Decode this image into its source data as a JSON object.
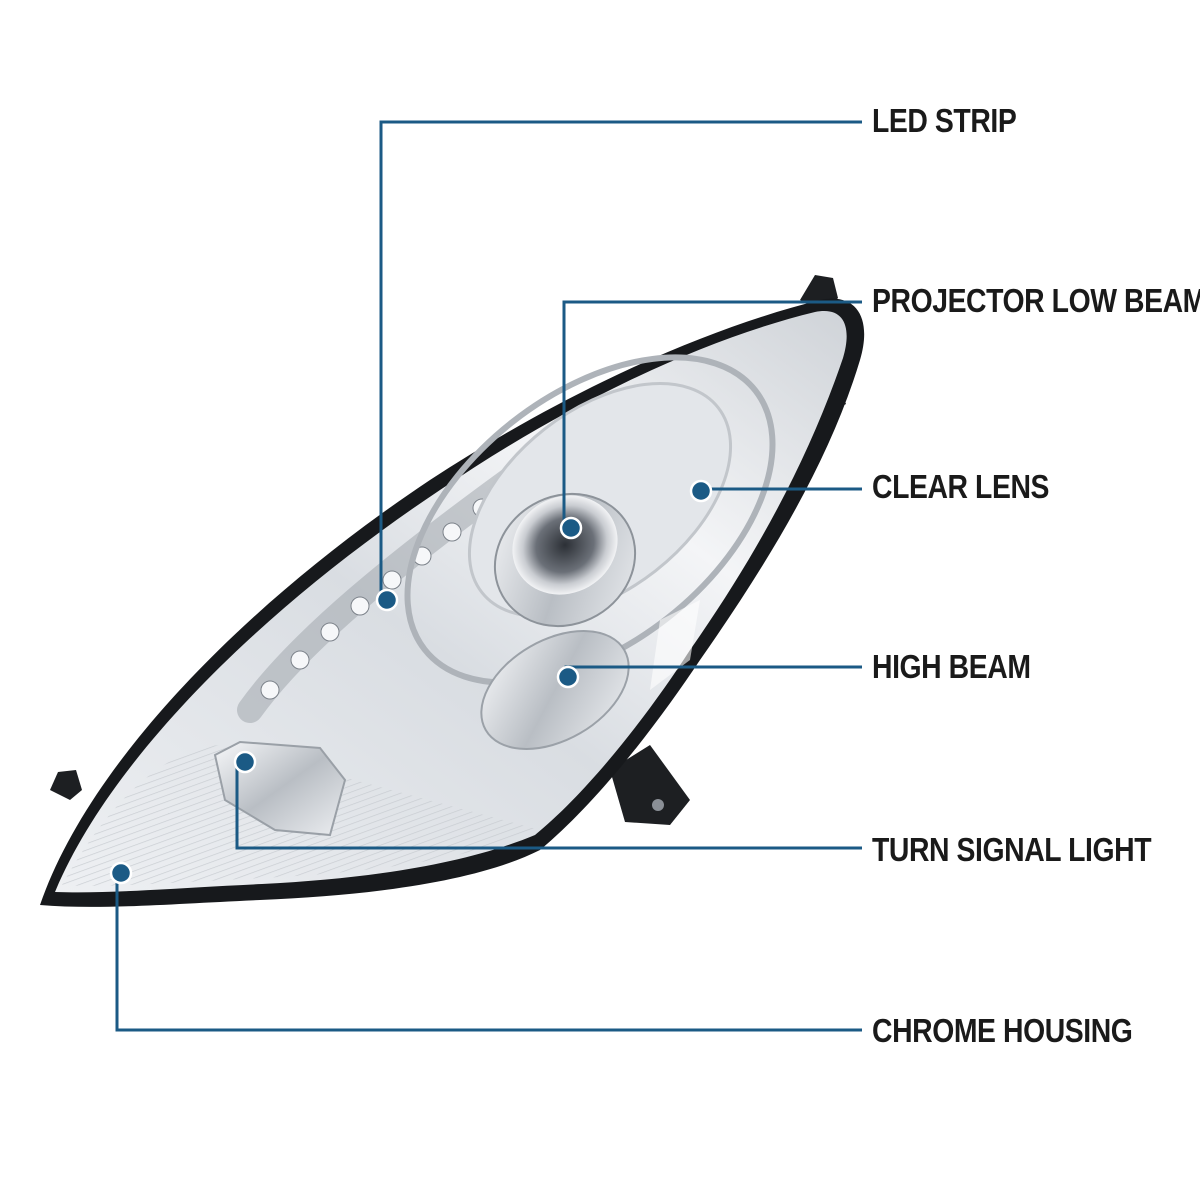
{
  "accent_color": "#1b5a85",
  "product": "headlight-assembly",
  "callouts": [
    {
      "id": "led-strip",
      "label": "LED STRIP"
    },
    {
      "id": "projector-low-beam",
      "label": "PROJECTOR LOW BEAM"
    },
    {
      "id": "clear-lens",
      "label": "CLEAR LENS"
    },
    {
      "id": "high-beam",
      "label": "HIGH BEAM"
    },
    {
      "id": "turn-signal-light",
      "label": "TURN SIGNAL LIGHT"
    },
    {
      "id": "chrome-housing",
      "label": "CHROME HOUSING"
    }
  ]
}
